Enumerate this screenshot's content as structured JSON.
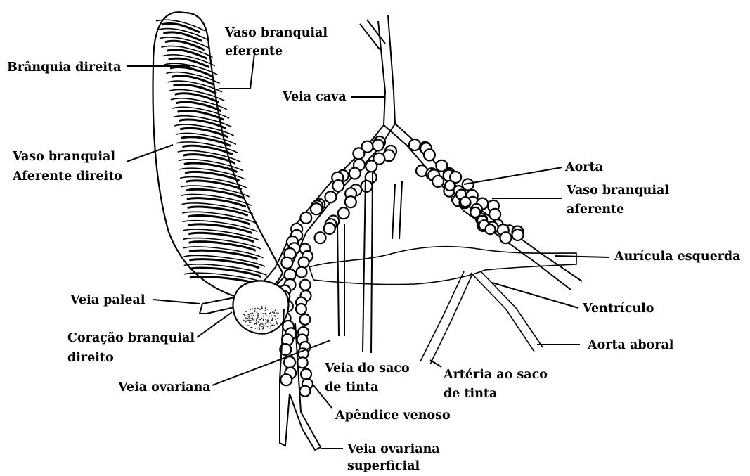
{
  "labels": {
    "branquia_direita": "Brânquia direita",
    "vaso_branquial_eferente_1": "Vaso branquial",
    "vaso_branquial_eferente_2": "eferente",
    "veia_cava": "Veia cava",
    "vaso_aferente_direito_1": "Vaso branquial",
    "vaso_aferente_direito_2": "Aferente direito",
    "aorta": "Aorta",
    "vaso_branquial_aferente_1": "Vaso branquial",
    "vaso_branquial_aferente_2": "aferente",
    "auricula_esquerda": "Aurícula esquerda",
    "veia_paleal": "Veia paleal",
    "ventriculo": "Ventrículo",
    "coracao_branquial_1": "Coração branquial",
    "coracao_branquial_2": "direito",
    "aorta_aboral": "Aorta aboral",
    "veia_saco_tinta_1": "Veia do saco",
    "veia_saco_tinta_2": "de tinta",
    "arteria_saco_tinta_1": "Artéria ao saco",
    "arteria_saco_tinta_2": "de tinta",
    "veia_ovariana": "Veia ovariana",
    "apendice_venoso": "Apêndice venoso",
    "veia_ovariana_superficial_1": "Veia ovariana",
    "veia_ovariana_superficial_2": "superficial"
  }
}
